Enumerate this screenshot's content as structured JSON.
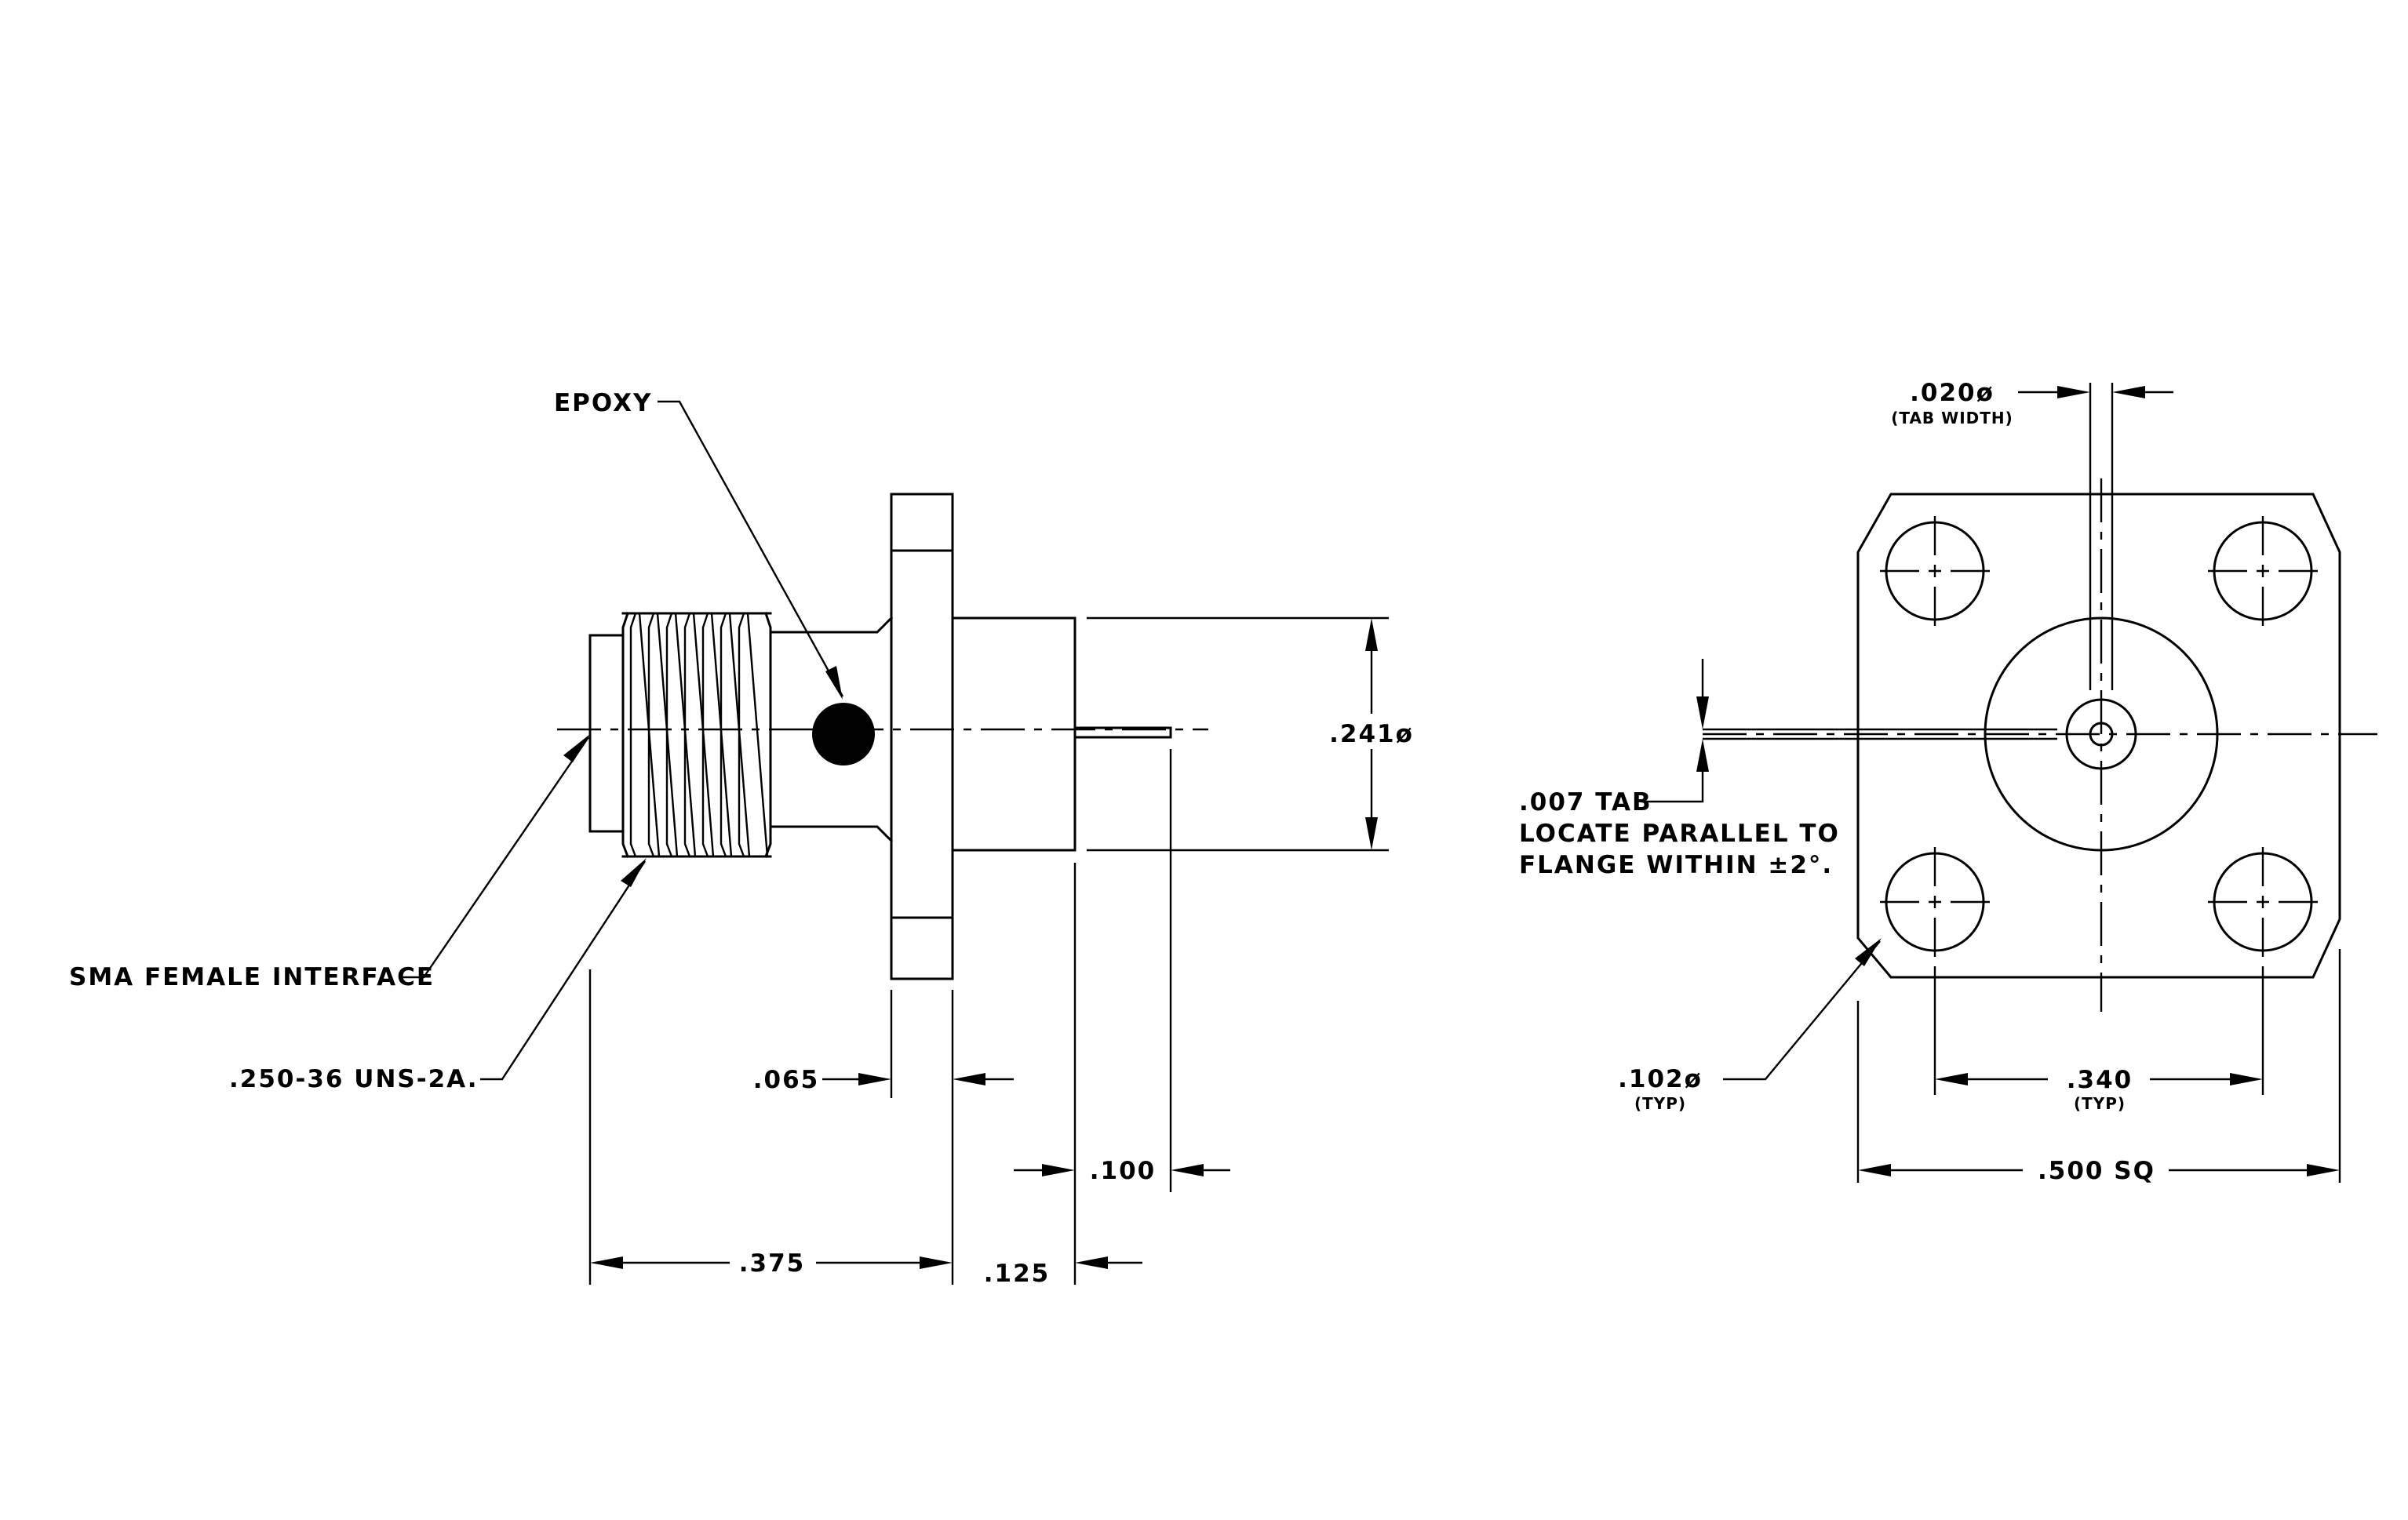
{
  "side_view": {
    "callouts": {
      "epoxy": "EPOXY",
      "interface": "SMA FEMALE INTERFACE",
      "thread": ".250-36 UNS-2A."
    },
    "dims": {
      "flange_thickness": ".065",
      "body_diameter": ".241ø",
      "pin_length": ".100",
      "overall_front": ".375",
      "body_length": ".125"
    }
  },
  "end_view": {
    "tab_width_value": ".020ø",
    "tab_width_note": "(TAB WIDTH)",
    "tab_thickness_line1": ".007 TAB",
    "tab_thickness_line2": "LOCATE PARALLEL TO",
    "tab_thickness_line3": "FLANGE WITHIN ±2°.",
    "hole_dia_value": ".102ø",
    "hole_dia_note": "(TYP)",
    "hole_spacing_value": ".340",
    "hole_spacing_note": "(TYP)",
    "flange_size": ".500 SQ"
  }
}
